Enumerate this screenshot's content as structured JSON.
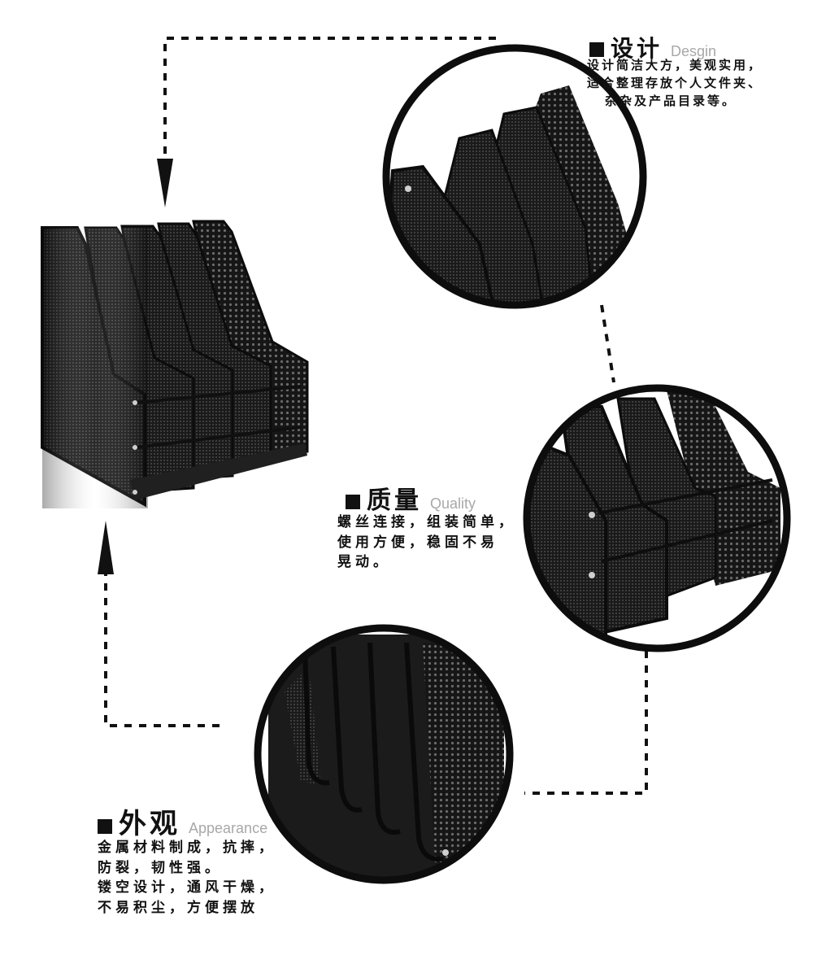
{
  "sections": {
    "design": {
      "title": "设计",
      "title_en": "Desgin",
      "lines": [
        "设计简洁大方，美观实用，",
        "适合整理存放个人文件夹、",
        "杂杂及产品目录等。"
      ]
    },
    "quality": {
      "title": "质量",
      "title_en": "Quality",
      "lines": [
        "螺丝连接，组装简单，",
        "使用方便，稳固不易",
        "晃动。"
      ]
    },
    "appearance": {
      "title": "外观",
      "title_en": "Appearance",
      "lines": [
        "金属材料制成，抗摔，",
        "防裂，韧性强。",
        "镂空设计，通风干燥，",
        "不易积尘，方便摆放"
      ]
    }
  },
  "colors": {
    "ink": "#111111",
    "metal": "#1c1c1c",
    "subtitle": "#a8a8a8",
    "background": "#ffffff"
  },
  "icons": [
    "arrow-down-icon",
    "arrow-up-icon",
    "square-bullet-icon"
  ]
}
